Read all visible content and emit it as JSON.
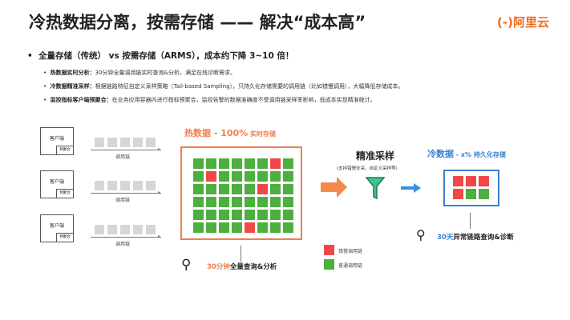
{
  "header": {
    "title": "冷热数据分离，按需存储 —— 解决“成本高”",
    "logo": "阿里云",
    "logo_mark": "(-)"
  },
  "bullets": {
    "main": "全量存储（传统） vs 按需存储（ARMS），成本约下降 3~10 倍！",
    "sub": [
      {
        "label": "热数据实时分析：",
        "text": "30分钟全量调用链实时查询&分析，满足在线诊断需求。"
      },
      {
        "label": "冷数据精准采样：",
        "text": "根据链路特征自定义采样策略（Tail-based Sampling），只持久化存储需要的调用链（比如错慢调用），大幅降低存储成本。"
      },
      {
        "label": "监控指标客户端预聚合：",
        "text": "在业务应用容器内进行指标预聚合，监控告警的数据准确度不受调用链采样率影响，低成本实现精准统计。"
      }
    ]
  },
  "clients": [
    {
      "name": "客户端",
      "agg": "预聚合",
      "chain": "调用链"
    },
    {
      "name": "客户端",
      "agg": "预聚合",
      "chain": "调用链"
    },
    {
      "name": "客户端",
      "agg": "预聚合",
      "chain": "调用链"
    }
  ],
  "hot": {
    "title_a": "热数据 - 100%",
    "title_b": " 实时存储",
    "query_a": "30分钟",
    "query_b": "全量查询&分析",
    "grid": [
      [
        0,
        0,
        0,
        0,
        0,
        0,
        1,
        0
      ],
      [
        0,
        1,
        0,
        0,
        0,
        0,
        0,
        0
      ],
      [
        0,
        0,
        0,
        0,
        0,
        1,
        0,
        0
      ],
      [
        0,
        0,
        0,
        0,
        0,
        0,
        0,
        0
      ],
      [
        0,
        0,
        0,
        0,
        0,
        0,
        0,
        0
      ],
      [
        0,
        0,
        0,
        0,
        1,
        0,
        0,
        0
      ]
    ]
  },
  "sampling": {
    "title": "精准采样",
    "subtitle": "(支持错慢全采，自定义采样等)"
  },
  "cold": {
    "title_a": "冷数据",
    "title_b": " - x% 持久化存储",
    "query_a": "30天",
    "query_b": "异常链路查询&诊断",
    "grid": [
      [
        1,
        1,
        1
      ],
      [
        1,
        0,
        0
      ]
    ]
  },
  "legend": [
    {
      "label": "错慢调用链",
      "color": "#f04848"
    },
    {
      "label": "普通调用链",
      "color": "#4caf3f"
    }
  ],
  "colors": {
    "red": "#f04848",
    "green": "#4caf3f",
    "orange": "#ef7f4e",
    "blue": "#3a7fd0"
  }
}
